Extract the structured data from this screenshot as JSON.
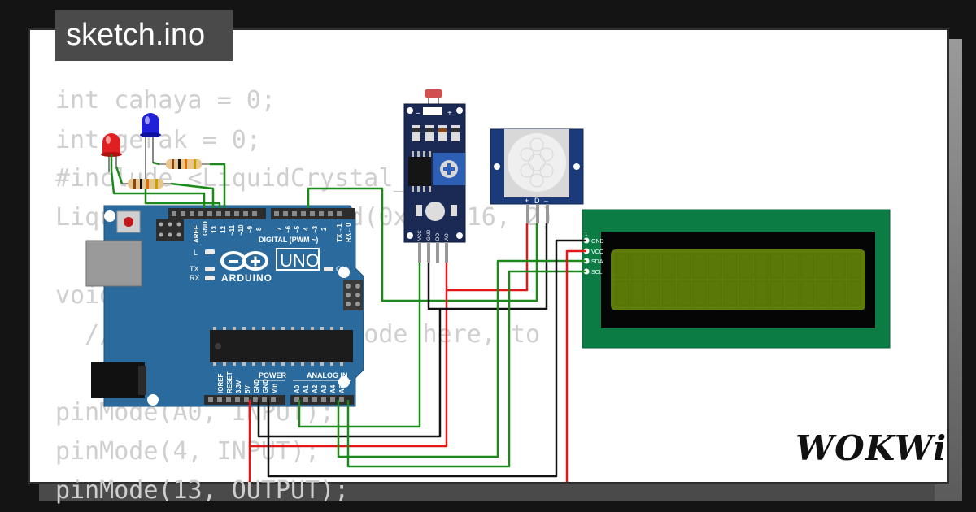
{
  "tab": {
    "title": "sketch.ino"
  },
  "code_lines": [
    "int cahaya = 0;",
    "int gerak = 0;",
    "#include <LiquidCrystal_I2C.",
    "LiquidCrystal_I2C lcd(0x27, 16, 2)",
    "",
    "void",
    "  // put your setup code here, to",
    "",
    "pinMode(A0, INPUT);",
    "pinMode(4, INPUT);",
    "pinMode(13, OUTPUT);"
  ],
  "arduino": {
    "model": "UNO",
    "brand": "ARDUINO",
    "digital_label": "DIGITAL (PWM ~)",
    "power_label": "POWER",
    "analog_label": "ANALOG IN",
    "aref": "AREF",
    "gnd": "GND",
    "pin13": "13",
    "pin12": "12",
    "pin11": "~11",
    "pin10": "~10",
    "pin9": "~9",
    "pin8": "8",
    "pin7": "7",
    "pin6": "~6",
    "pin5": "~5",
    "pin4": "4",
    "pin3": "~3",
    "pin2": "2",
    "pin1": "TX→1",
    "pin0": "RX←0",
    "led_l": "L",
    "led_tx": "TX",
    "led_rx": "RX",
    "led_on": "ON",
    "ioref": "IOREF",
    "reset": "RESET",
    "v33": "3.3V",
    "v5": "5V",
    "gnd2": "GND",
    "gnd3": "GND",
    "vin": "Vin",
    "a0": "A0",
    "a1": "A1",
    "a2": "A2",
    "a3": "A3",
    "a4": "A4",
    "a5": "A5"
  },
  "ldr_module": {
    "minus": "–",
    "plus": "+",
    "pin_vcc": "VCC",
    "pin_gnd": "GND",
    "pin_do": "DO",
    "pin_ao": "AO"
  },
  "pir_module": {
    "plus": "+",
    "d": "D",
    "minus": "–"
  },
  "lcd": {
    "pin_marker": "1",
    "pin_gnd": "GND",
    "pin_vcc": "VCC",
    "pin_sda": "SDA",
    "pin_scl": "SCL"
  },
  "brand": {
    "logo": "WOKWi"
  },
  "colors": {
    "board_blue": "#2b6a9c",
    "lcd_green": "#0b7d44",
    "lcd_screen": "#5d7c0a",
    "wire_green": "#1b8a1b",
    "wire_red": "#e01818",
    "wire_black": "#111111"
  }
}
